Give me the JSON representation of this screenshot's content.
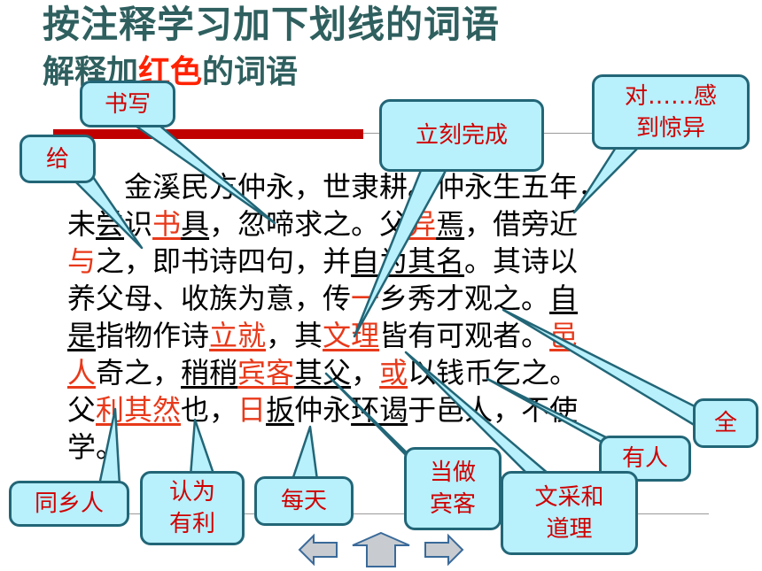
{
  "title": {
    "line1": "按注释学习加下划线的词语",
    "line2_prefix": "解释加",
    "line2_red": "红色",
    "line2_suffix": "的词语"
  },
  "passage": [
    [
      {
        "t": "　　金溪民方仲永，世隶耕。仲永生五年，"
      }
    ],
    [
      {
        "t": "未"
      },
      {
        "t": "尝",
        "u": 1
      },
      {
        "t": "识"
      },
      {
        "t": "书",
        "r": 1,
        "u": 1
      },
      {
        "t": "具",
        "u": 1
      },
      {
        "t": "，忽啼求之。父"
      },
      {
        "t": "异",
        "r": 1,
        "u": 1
      },
      {
        "t": "焉",
        "u": 1
      },
      {
        "t": "，借旁近"
      }
    ],
    [
      {
        "t": "与",
        "r": 1
      },
      {
        "t": "之，即书诗四句，并"
      },
      {
        "t": "自为其名",
        "u": 1
      },
      {
        "t": "。其诗以"
      }
    ],
    [
      {
        "t": "养父母、收族为意，传"
      },
      {
        "t": "一",
        "r": 1
      },
      {
        "t": "乡秀才观之。"
      },
      {
        "t": "自",
        "u": 1
      }
    ],
    [
      {
        "t": "是",
        "u": 1
      },
      {
        "t": "指物作诗"
      },
      {
        "t": "立就",
        "r": 1,
        "u": 1
      },
      {
        "t": "，其"
      },
      {
        "t": "文理",
        "r": 1,
        "u": 1
      },
      {
        "t": "皆有可观者。"
      },
      {
        "t": "邑",
        "r": 1,
        "u": 1
      }
    ],
    [
      {
        "t": "人",
        "r": 1,
        "u": 1
      },
      {
        "t": "奇之，"
      },
      {
        "t": "稍稍",
        "u": 1
      },
      {
        "t": "宾客",
        "r": 1,
        "u": 1
      },
      {
        "t": "其父",
        "u": 1
      },
      {
        "t": "，"
      },
      {
        "t": "或",
        "r": 1,
        "u": 1
      },
      {
        "t": "以钱币乞之。"
      }
    ],
    [
      {
        "t": "父"
      },
      {
        "t": "利其然",
        "r": 1,
        "u": 1
      },
      {
        "t": "也，"
      },
      {
        "t": "日",
        "r": 1
      },
      {
        "t": "扳",
        "u": 1
      },
      {
        "t": "仲永"
      },
      {
        "t": "环谒",
        "u": 1
      },
      {
        "t": "于邑人，不使"
      }
    ],
    [
      {
        "t": "学。"
      }
    ]
  ],
  "callouts": {
    "shuxie": "书写",
    "gei": "给",
    "likewancheng": "立刻完成",
    "duiganjingyi_1": "对……感",
    "duiganjingyi_2": "到惊异",
    "quan": "全",
    "youren": "有人",
    "tongxiangren": "同乡人",
    "renweiyouli_1": "认为",
    "renweiyouli_2": "有利",
    "meitian": "每天",
    "dangzuobinke_1": "当做",
    "dangzuobinke_2": "宾客",
    "wencaihedaoli_1": "文采和",
    "wencaihedaoli_2": "道理"
  },
  "colors": {
    "title": "#2f5f5f",
    "accent_red": "#e8391a",
    "callout_fill": "#b8f0fc",
    "callout_border": "#226677",
    "callout_text": "#d00000",
    "bar_red": "#c00000"
  },
  "nav": {
    "prev": "arrow-left-icon",
    "up": "arrow-up-icon",
    "next": "arrow-right-icon"
  }
}
